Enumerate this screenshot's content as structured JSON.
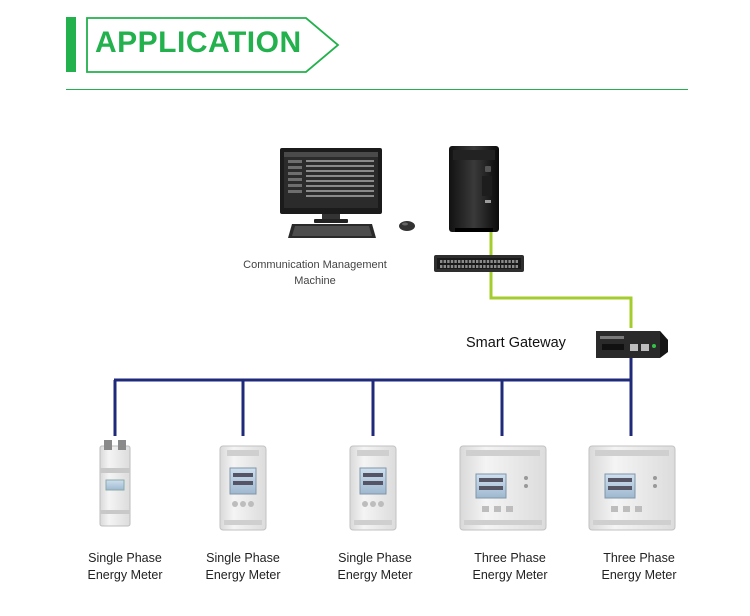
{
  "header": {
    "title": "APPLICATION",
    "accent_color": "#22b14c"
  },
  "nodes": {
    "management_machine": {
      "label_lines": [
        "Communication Management",
        "Machine"
      ]
    },
    "gateway": {
      "label": "Smart Gateway"
    },
    "meters": [
      {
        "label_lines": [
          "Single Phase",
          "Energy Meter"
        ],
        "kind": "single-phase-slim"
      },
      {
        "label_lines": [
          "Single Phase",
          "Energy Meter"
        ],
        "kind": "single-phase"
      },
      {
        "label_lines": [
          "Single Phase",
          "Energy Meter"
        ],
        "kind": "single-phase"
      },
      {
        "label_lines": [
          "Three Phase",
          "Energy Meter"
        ],
        "kind": "three-phase"
      },
      {
        "label_lines": [
          "Three Phase",
          "Energy Meter"
        ],
        "kind": "three-phase"
      }
    ]
  },
  "colors": {
    "ethernet_link": "#a4cc2e",
    "bus_link": "#1f2a7a",
    "header_rule": "#22b14c"
  }
}
